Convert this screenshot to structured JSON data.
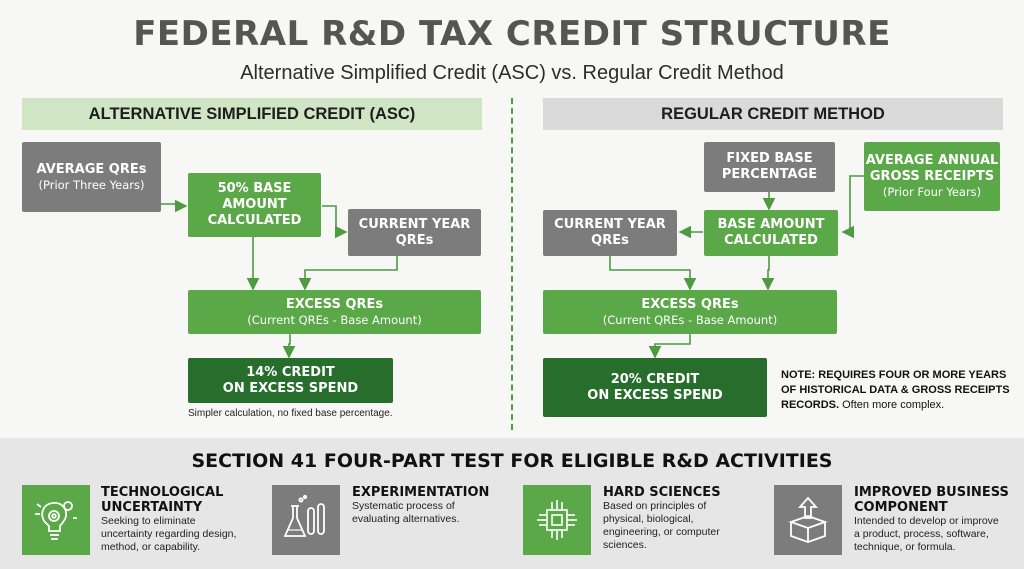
{
  "header": {
    "title": "FEDERAL R&D TAX CREDIT STRUCTURE",
    "subtitle": "Alternative Simplified Credit (ASC) vs. Regular Credit Method"
  },
  "asc": {
    "banner": "ALTERNATIVE SIMPLIFIED CREDIT (ASC)",
    "avg_qres": {
      "title": "AVERAGE QREs",
      "sub": "(Prior Three Years)"
    },
    "base_amount": {
      "line1": "50% BASE",
      "line2": "AMOUNT",
      "line3": "CALCULATED"
    },
    "current_qres": {
      "line1": "CURRENT YEAR",
      "line2": "QREs"
    },
    "excess_qres": {
      "title": "EXCESS QREs",
      "sub": "(Current QREs - Base Amount)"
    },
    "credit": {
      "line1": "14% CREDIT",
      "line2": "ON EXCESS SPEND"
    },
    "note": "Simpler calculation, no fixed base percentage."
  },
  "regular": {
    "banner": "REGULAR CREDIT METHOD",
    "fixed_base": {
      "line1": "FIXED BASE",
      "line2": "PERCENTAGE"
    },
    "gross_receipts": {
      "line1": "AVERAGE ANNUAL",
      "line2": "GROSS RECEIPTS",
      "sub": "(Prior Four Years)"
    },
    "current_qres": {
      "line1": "CURRENT YEAR",
      "line2": "QREs"
    },
    "base_amount": {
      "line1": "BASE AMOUNT",
      "line2": "CALCULATED"
    },
    "excess_qres": {
      "title": "EXCESS QREs",
      "sub": "(Current QREs - Base Amount)"
    },
    "credit": {
      "line1": "20% CREDIT",
      "line2": "ON EXCESS SPEND"
    },
    "note_bold1": "NOTE: REQUIRES FOUR OR MORE YEARS",
    "note_bold2": "OF HISTORICAL DATA & GROSS RECEIPTS",
    "note_bold3": "RECORDS.",
    "note_tail": " Often more complex."
  },
  "four_part_test": {
    "title": "SECTION 41 FOUR-PART TEST FOR ELIGIBLE R&D ACTIVITIES",
    "items": [
      {
        "title1": "TECHNOLOGICAL",
        "title2": "UNCERTAINTY",
        "desc": [
          "Seeking to eliminate",
          "uncertainty regarding design,",
          "method, or capability."
        ],
        "icon": "lightbulb-gears-icon"
      },
      {
        "title1": "EXPERIMENTATION",
        "title2": "",
        "desc": [
          "Systematic process of",
          "evaluating alternatives."
        ],
        "icon": "flask-test-tubes-icon"
      },
      {
        "title1": "HARD SCIENCES",
        "title2": "",
        "desc": [
          "Based on principles of",
          "physical, biological,",
          "engineering, or computer",
          "sciences."
        ],
        "icon": "microchip-icon"
      },
      {
        "title1": "IMPROVED BUSINESS",
        "title2": "COMPONENT",
        "desc": [
          "Intended to develop or improve",
          "a product, process, software,",
          "technique, or formula."
        ],
        "icon": "box-upgrade-icon"
      }
    ]
  },
  "colors": {
    "green": "#5aa847",
    "dark_green": "#276d2b",
    "gray": "#7c7c7c",
    "asc_banner": "#cfe5c4",
    "reg_banner": "#d9dad9"
  }
}
